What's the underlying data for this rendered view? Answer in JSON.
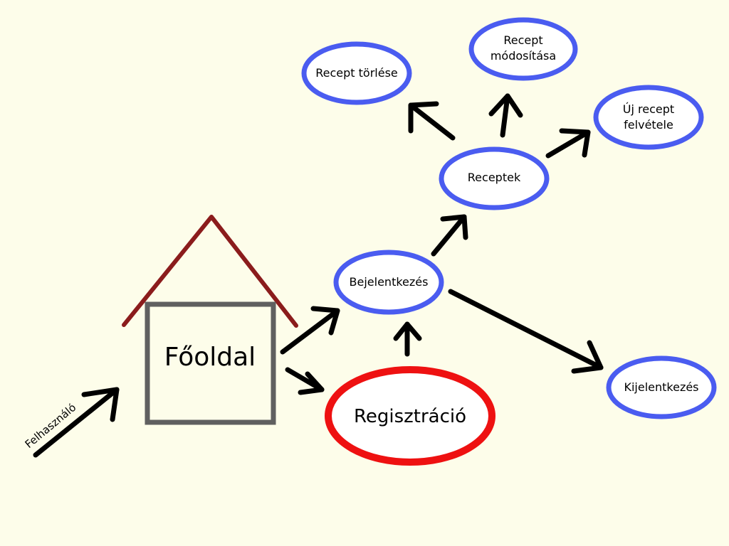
{
  "diagram": {
    "background": "#fdfdea",
    "colors": {
      "roof": "#8b1c1c",
      "home_box": "#606060",
      "node_default": "#4a5cf0",
      "node_highlight": "#ee1111",
      "arrow": "#000000"
    },
    "user_label": "Felhasználó",
    "home": {
      "label": "Főoldal"
    },
    "nodes": {
      "registration": {
        "label": "Regisztráció"
      },
      "login": {
        "label": "Bejelentkezés"
      },
      "recipes": {
        "label": "Receptek"
      },
      "delete_recipe": {
        "label": "Recept törlése"
      },
      "edit_recipe": {
        "label": "Recept\nmódosítása"
      },
      "new_recipe": {
        "label": "Új recept\nfelvétele"
      },
      "logout": {
        "label": "Kijelentkezés"
      }
    }
  }
}
